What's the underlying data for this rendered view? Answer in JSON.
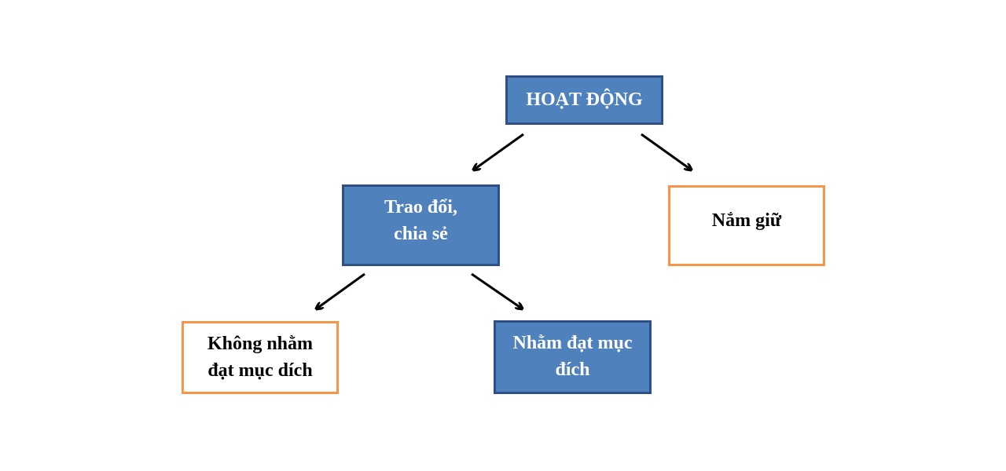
{
  "diagram": {
    "root": {
      "line1": "HOẠT ĐỘNG"
    },
    "exchange": {
      "line1": "Trao đổi,",
      "line2": "chia sẻ"
    },
    "hold": {
      "line1": "Nắm giữ"
    },
    "not_purposeful": {
      "line1": "Không nhằm",
      "line2": "đạt mục dích"
    },
    "purposeful": {
      "line1": "Nhằm đạt mục",
      "line2": "đích"
    }
  },
  "colors": {
    "blue_fill": "#4f81bd",
    "blue_border": "#2f5087",
    "orange_border": "#f79646",
    "arrow": "#000000"
  }
}
